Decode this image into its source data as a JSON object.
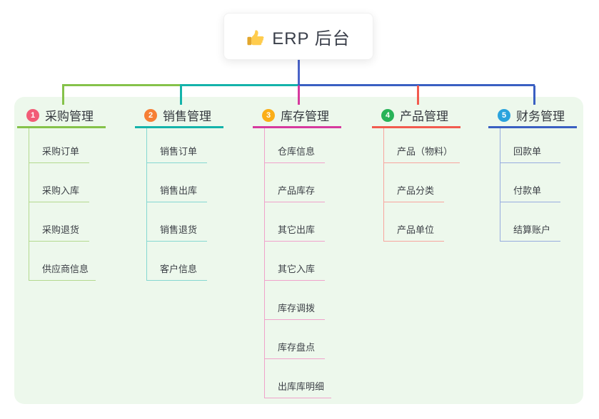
{
  "root": {
    "label": "ERP 后台",
    "icon": "thumbs-up-icon",
    "line_color": "#4a63c8"
  },
  "canvas_color": "#edf8ec",
  "branches": [
    {
      "index": "1",
      "title": "采购管理",
      "color": "#85c24a",
      "light_color": "#b3d98e",
      "badge_color": "#f25c77",
      "children": [
        "采购订单",
        "采购入库",
        "采购退货",
        "供应商信息"
      ]
    },
    {
      "index": "2",
      "title": "销售管理",
      "color": "#14b3aa",
      "light_color": "#85d7d1",
      "badge_color": "#f67f35",
      "children": [
        "销售订单",
        "销售出库",
        "销售退货",
        "客户信息"
      ]
    },
    {
      "index": "3",
      "title": "库存管理",
      "color": "#d63a9e",
      "light_color": "#f0a2cb",
      "badge_color": "#fbae17",
      "children": [
        "仓库信息",
        "产品库存",
        "其它出库",
        "其它入库",
        "库存调拨",
        "库存盘点",
        "出库库明细"
      ]
    },
    {
      "index": "4",
      "title": "产品管理",
      "color": "#f25b4f",
      "light_color": "#f8a59e",
      "badge_color": "#27b358",
      "children": [
        "产品（物料）",
        "产品分类",
        "产品单位"
      ]
    },
    {
      "index": "5",
      "title": "财务管理",
      "color": "#3a5fc2",
      "light_color": "#97acdf",
      "badge_color": "#2aa3dd",
      "children": [
        "回款单",
        "付款单",
        "结算账户"
      ]
    }
  ]
}
